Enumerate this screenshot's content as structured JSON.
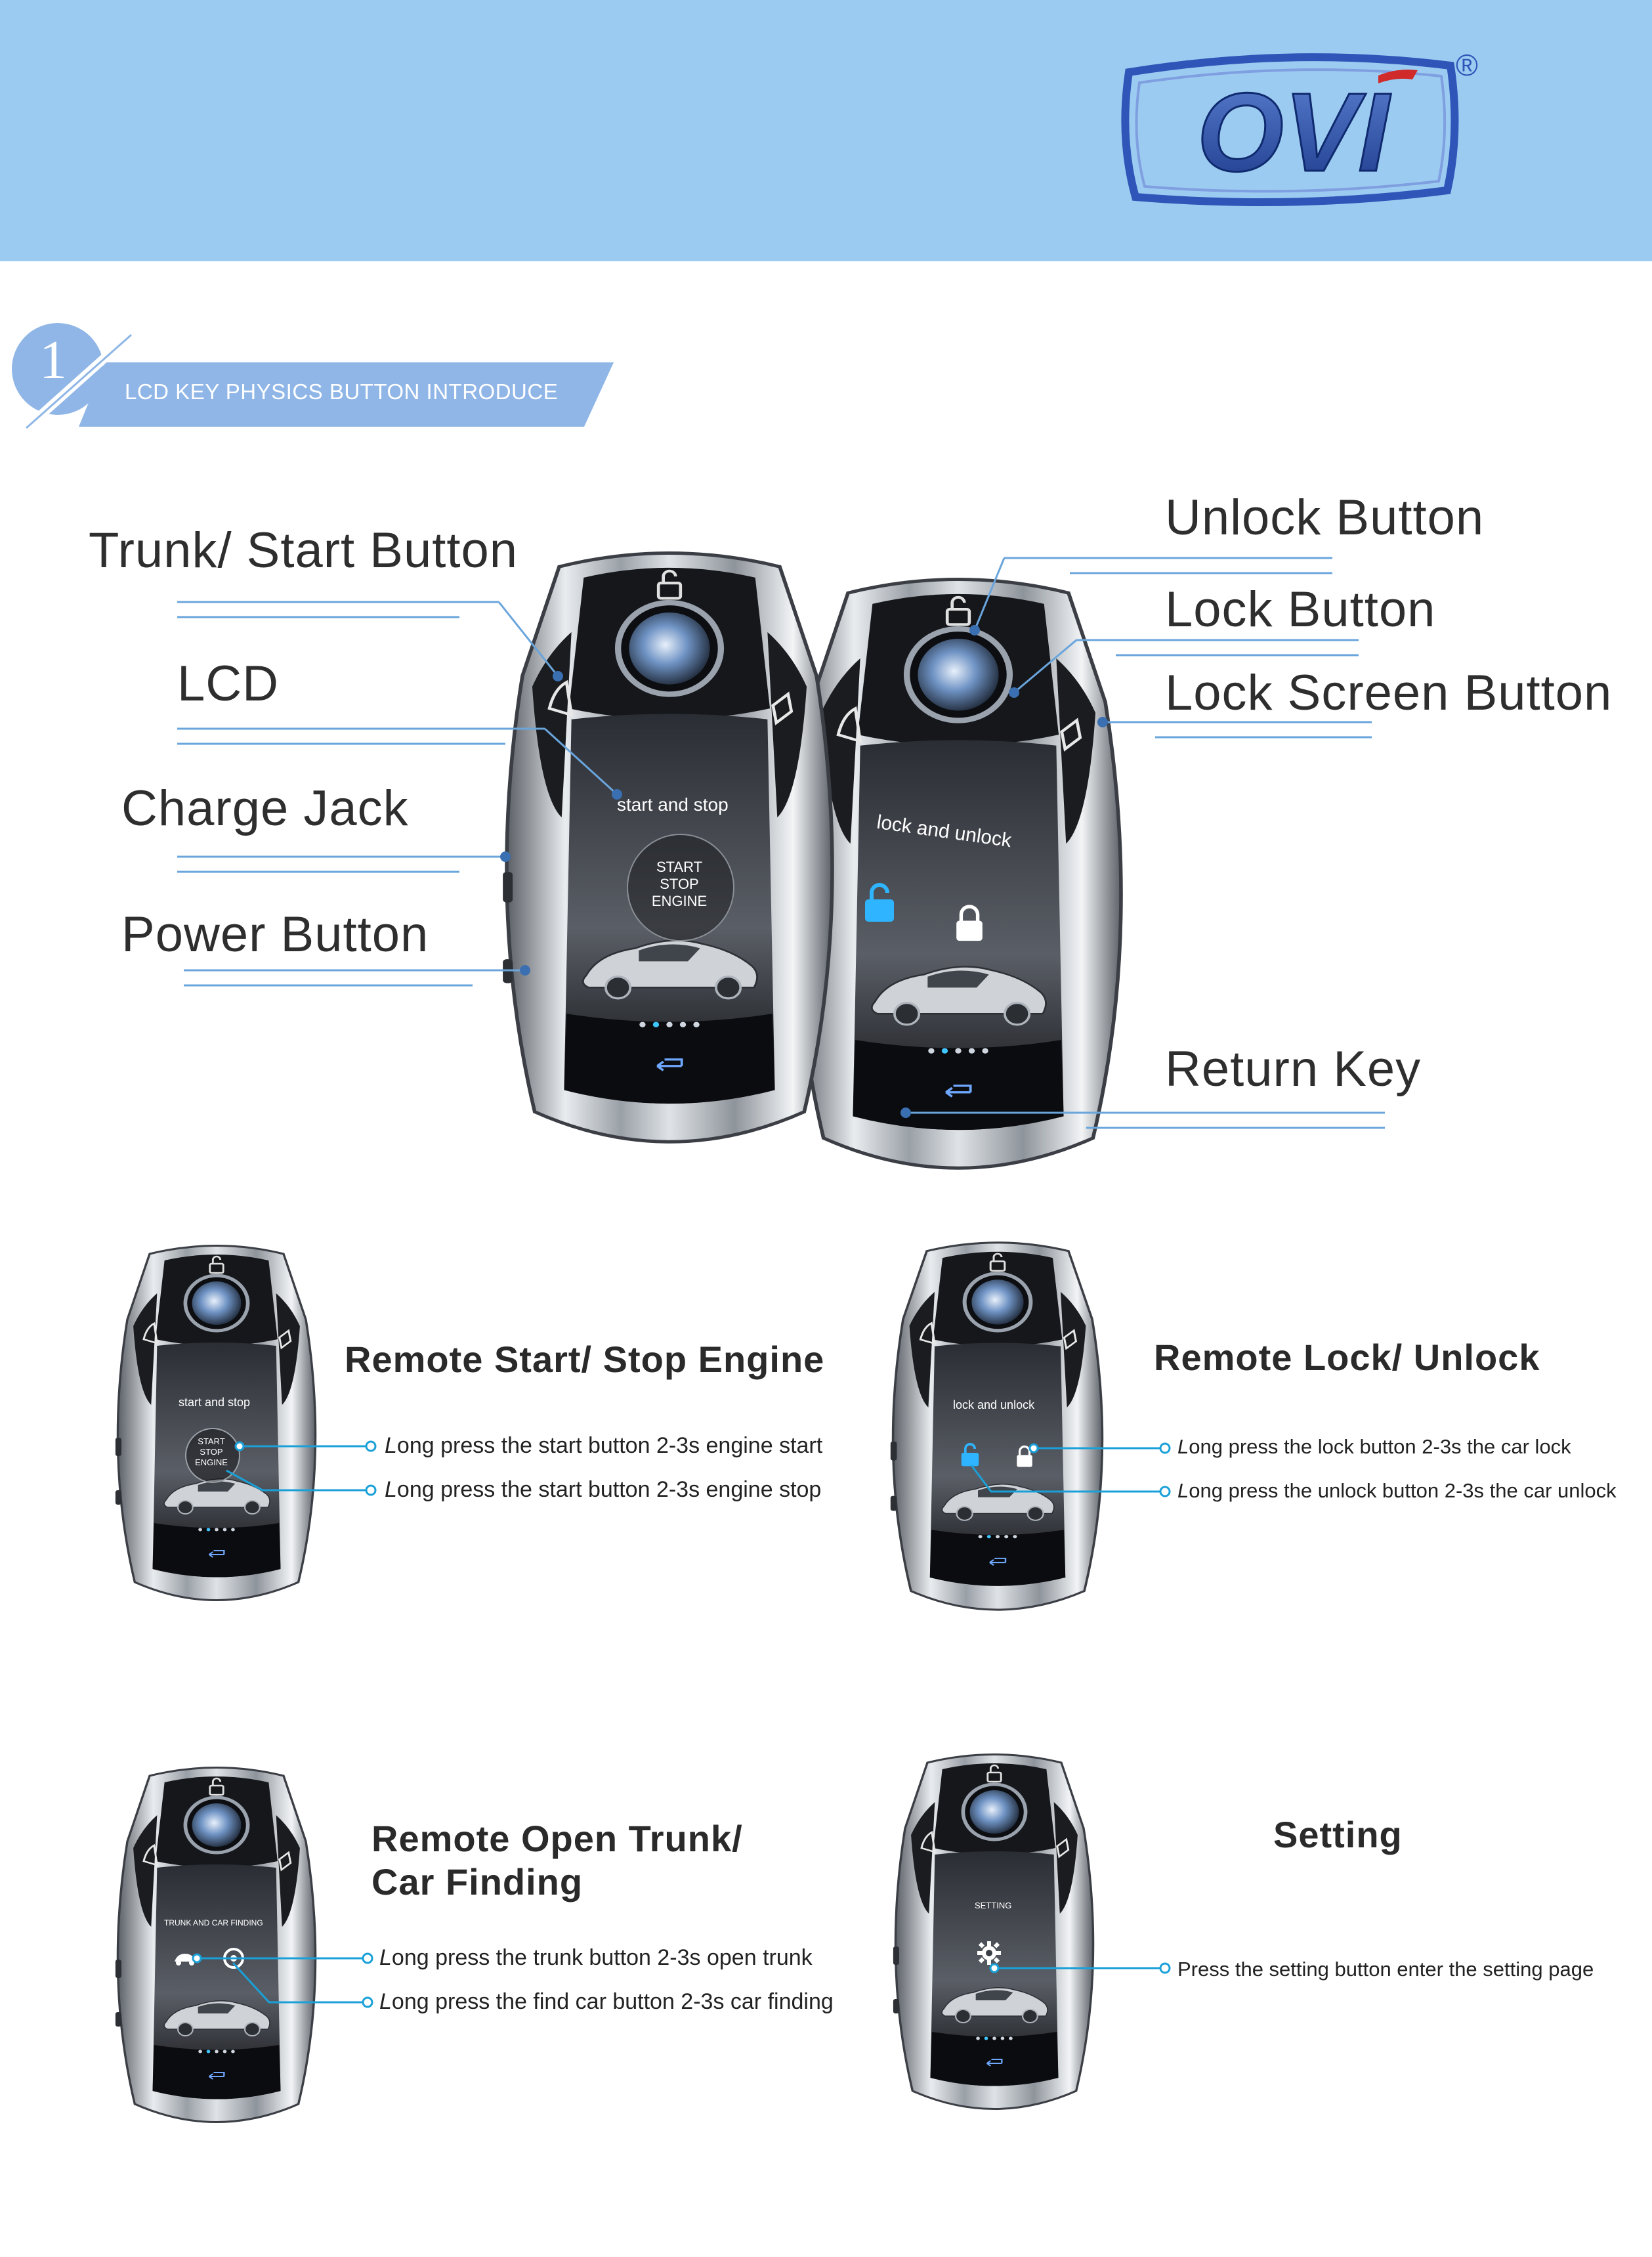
{
  "brand": {
    "logo_text": "OVI",
    "registered_mark": "®"
  },
  "section": {
    "number": "1",
    "title": "LCD KEY PHYSICS BUTTON INTRODUCE"
  },
  "hero": {
    "labels": {
      "trunk_start": "Trunk/ Start Button",
      "lcd": "LCD",
      "charge_jack": "Charge Jack",
      "power_button": "Power Button",
      "unlock_button": "Unlock Button",
      "lock_button": "Lock Button",
      "lock_screen_button": "Lock Screen Button",
      "return_key": "Return Key"
    },
    "left_fob_screen": {
      "header": "start and stop",
      "engine_line1": "START",
      "engine_line2": "STOP",
      "engine_line3": "ENGINE"
    },
    "right_fob_screen": {
      "header": "lock and unlock"
    }
  },
  "features": [
    {
      "title": "Remote Start/ Stop Engine",
      "screen_header": "start and stop",
      "screen_engine": [
        "START",
        "STOP",
        "ENGINE"
      ],
      "lines": [
        {
          "first": "L",
          "rest": "ong press the start button 2-3s engine start"
        },
        {
          "first": "L",
          "rest": "ong press the start button 2-3s engine stop"
        }
      ]
    },
    {
      "title": "Remote Lock/ Unlock",
      "screen_header": "lock and unlock",
      "lines": [
        {
          "first": "L",
          "rest": "ong press the lock button 2-3s the car lock"
        },
        {
          "first": "L",
          "rest": "ong press the unlock button 2-3s the car unlock"
        }
      ]
    },
    {
      "title_line1": "Remote Open Trunk/",
      "title_line2": "Car Finding",
      "screen_header": "TRUNK AND CAR FINDING",
      "lines": [
        {
          "first": "L",
          "rest": "ong press the trunk button 2-3s open trunk"
        },
        {
          "first": "L",
          "rest": "ong press the find car button 2-3s car finding"
        }
      ]
    },
    {
      "title": "Setting",
      "screen_header": "SETTING",
      "lines": [
        {
          "first": "",
          "rest": "Press the setting button enter the setting page"
        }
      ]
    }
  ],
  "colors": {
    "header_bg": "#9ccbf1",
    "badge_blue": "#8fb6e6",
    "callout_line": "#4a90d0",
    "pointer_cyan": "#1aa0d8",
    "label_text": "#2e2e2e"
  }
}
